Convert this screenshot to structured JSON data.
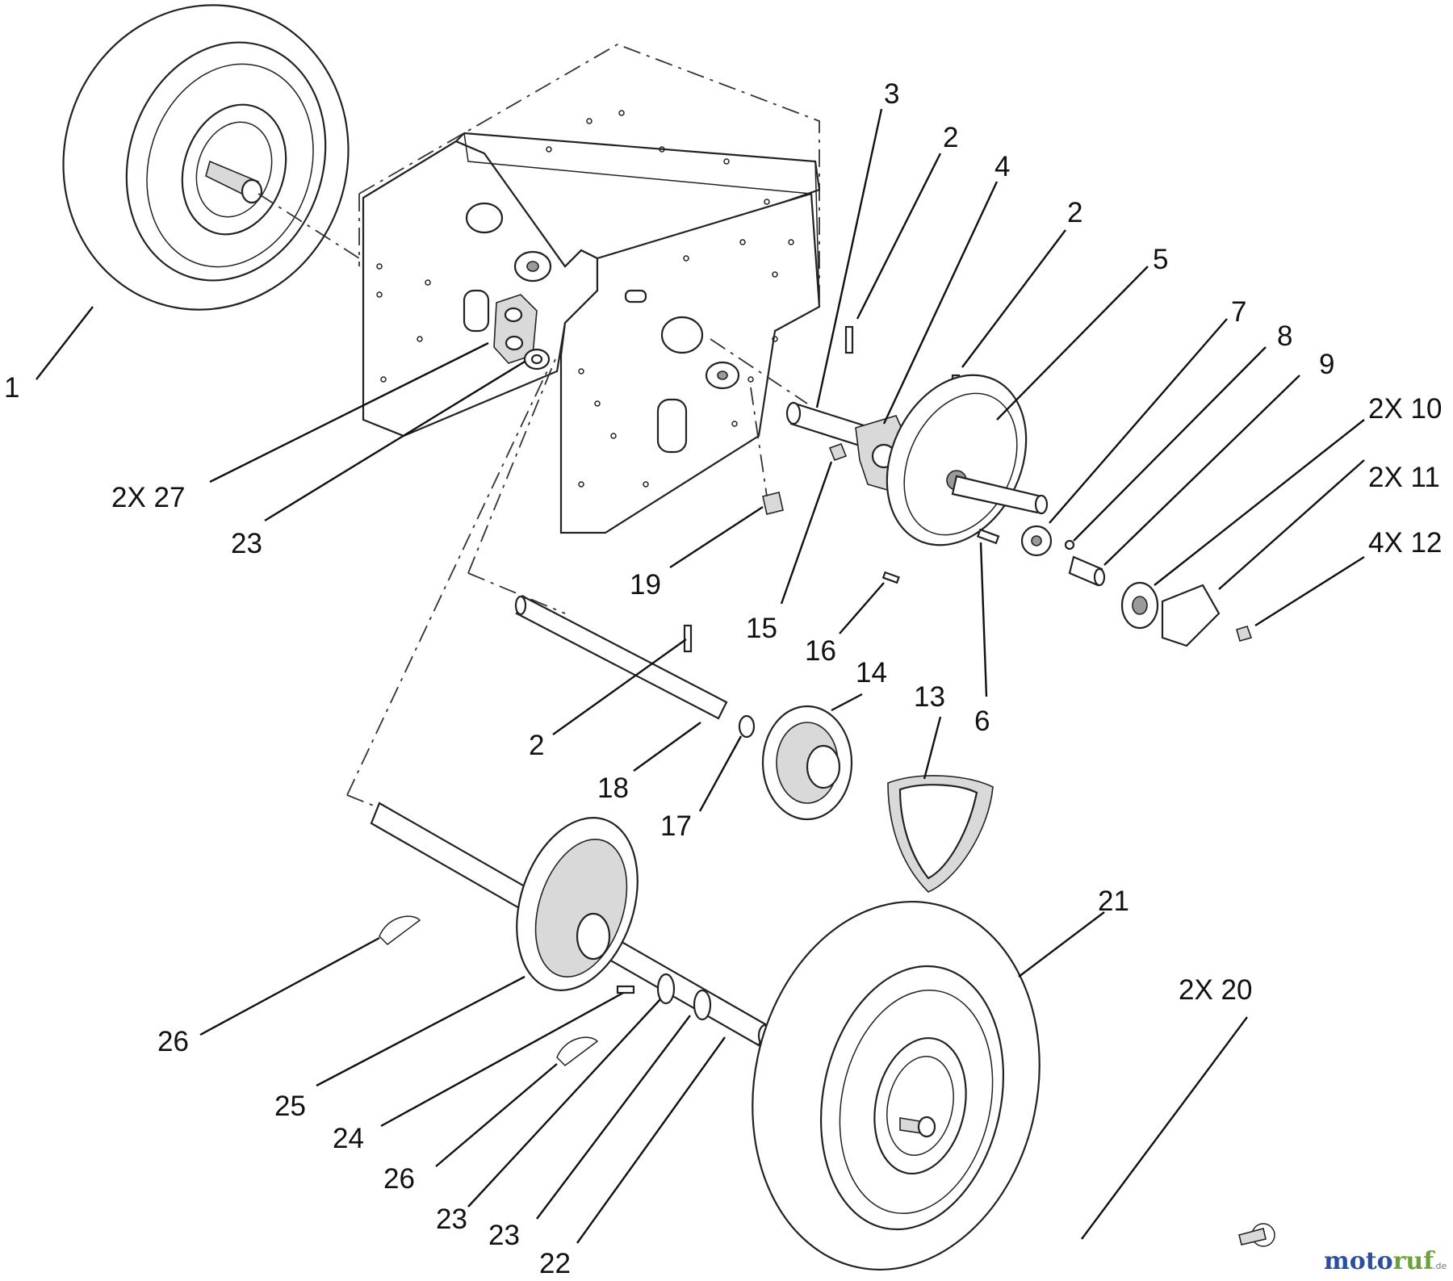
{
  "callouts": [
    {
      "id": "c1",
      "text": "1"
    },
    {
      "id": "c3",
      "text": "3"
    },
    {
      "id": "c2a",
      "text": "2"
    },
    {
      "id": "c4",
      "text": "4"
    },
    {
      "id": "c2b",
      "text": "2"
    },
    {
      "id": "c5",
      "text": "5"
    },
    {
      "id": "c7",
      "text": "7"
    },
    {
      "id": "c8",
      "text": "8"
    },
    {
      "id": "c9",
      "text": "9"
    },
    {
      "id": "c10",
      "text": "2X 10"
    },
    {
      "id": "c11",
      "text": "2X 11"
    },
    {
      "id": "c12",
      "text": "4X 12"
    },
    {
      "id": "c27",
      "text": "2X 27"
    },
    {
      "id": "c23a",
      "text": "23"
    },
    {
      "id": "c19",
      "text": "19"
    },
    {
      "id": "c15",
      "text": "15"
    },
    {
      "id": "c16",
      "text": "16"
    },
    {
      "id": "c6",
      "text": "6"
    },
    {
      "id": "c14",
      "text": "14"
    },
    {
      "id": "c13",
      "text": "13"
    },
    {
      "id": "c2c",
      "text": "2"
    },
    {
      "id": "c18",
      "text": "18"
    },
    {
      "id": "c17",
      "text": "17"
    },
    {
      "id": "c21",
      "text": "21"
    },
    {
      "id": "c20",
      "text": "2X 20"
    },
    {
      "id": "c26a",
      "text": "26"
    },
    {
      "id": "c25",
      "text": "25"
    },
    {
      "id": "c24",
      "text": "24"
    },
    {
      "id": "c26b",
      "text": "26"
    },
    {
      "id": "c23b",
      "text": "23"
    },
    {
      "id": "c23c",
      "text": "23"
    },
    {
      "id": "c22",
      "text": "22"
    }
  ],
  "watermark": {
    "brand_part1": "moto",
    "brand_part2": "ruf",
    "suffix": ".de",
    "color1": "#2a4fa0",
    "color2": "#6aa33a"
  }
}
